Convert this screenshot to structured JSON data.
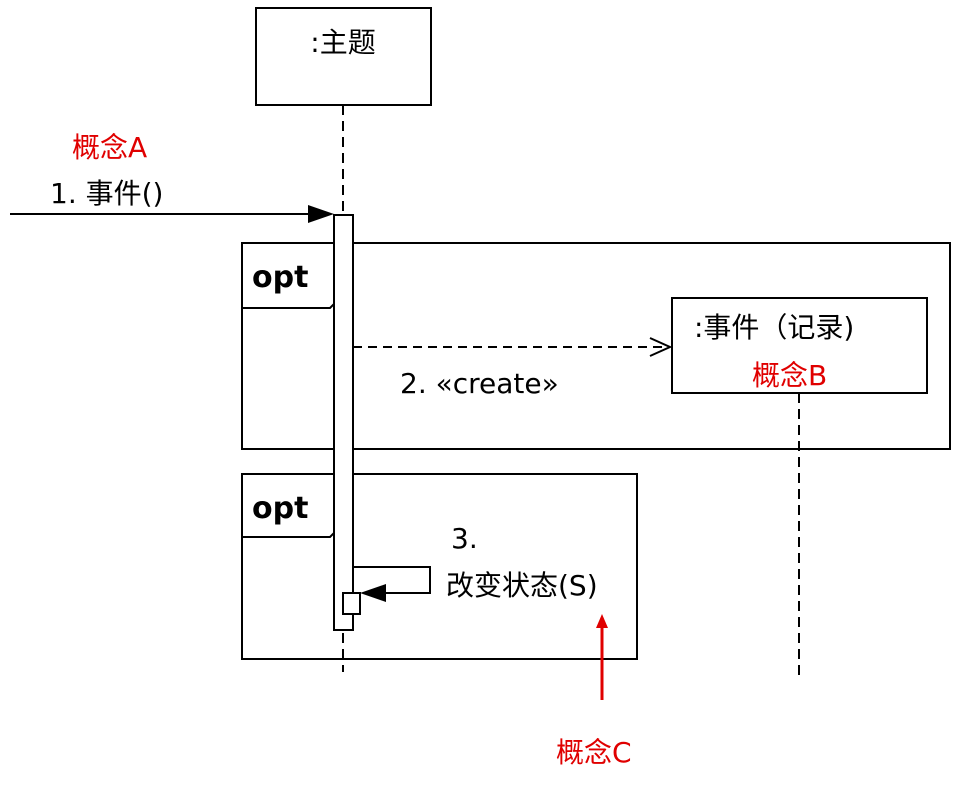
{
  "lifelines": {
    "subject_label": ":主题",
    "event_record_label": ":事件（记录)"
  },
  "fragments": {
    "opt1_label": "opt",
    "opt2_label": "opt"
  },
  "messages": {
    "m1": "1. 事件()",
    "m2": "2. «create»",
    "m3_line1": "3.",
    "m3_line2": "改变状态(S)"
  },
  "annotations": {
    "concept_a": "概念A",
    "concept_b": "概念B",
    "concept_c": "概念C"
  },
  "colors": {
    "annotation": "#e00000",
    "line": "#000000"
  },
  "icons": {
    "m1_arrowhead": "filled-triangle-arrow-icon",
    "m2_arrowhead": "open-arrow-icon",
    "m3_arrowhead": "filled-triangle-arrow-icon",
    "concept_c_pointer": "red-up-arrow-icon"
  }
}
